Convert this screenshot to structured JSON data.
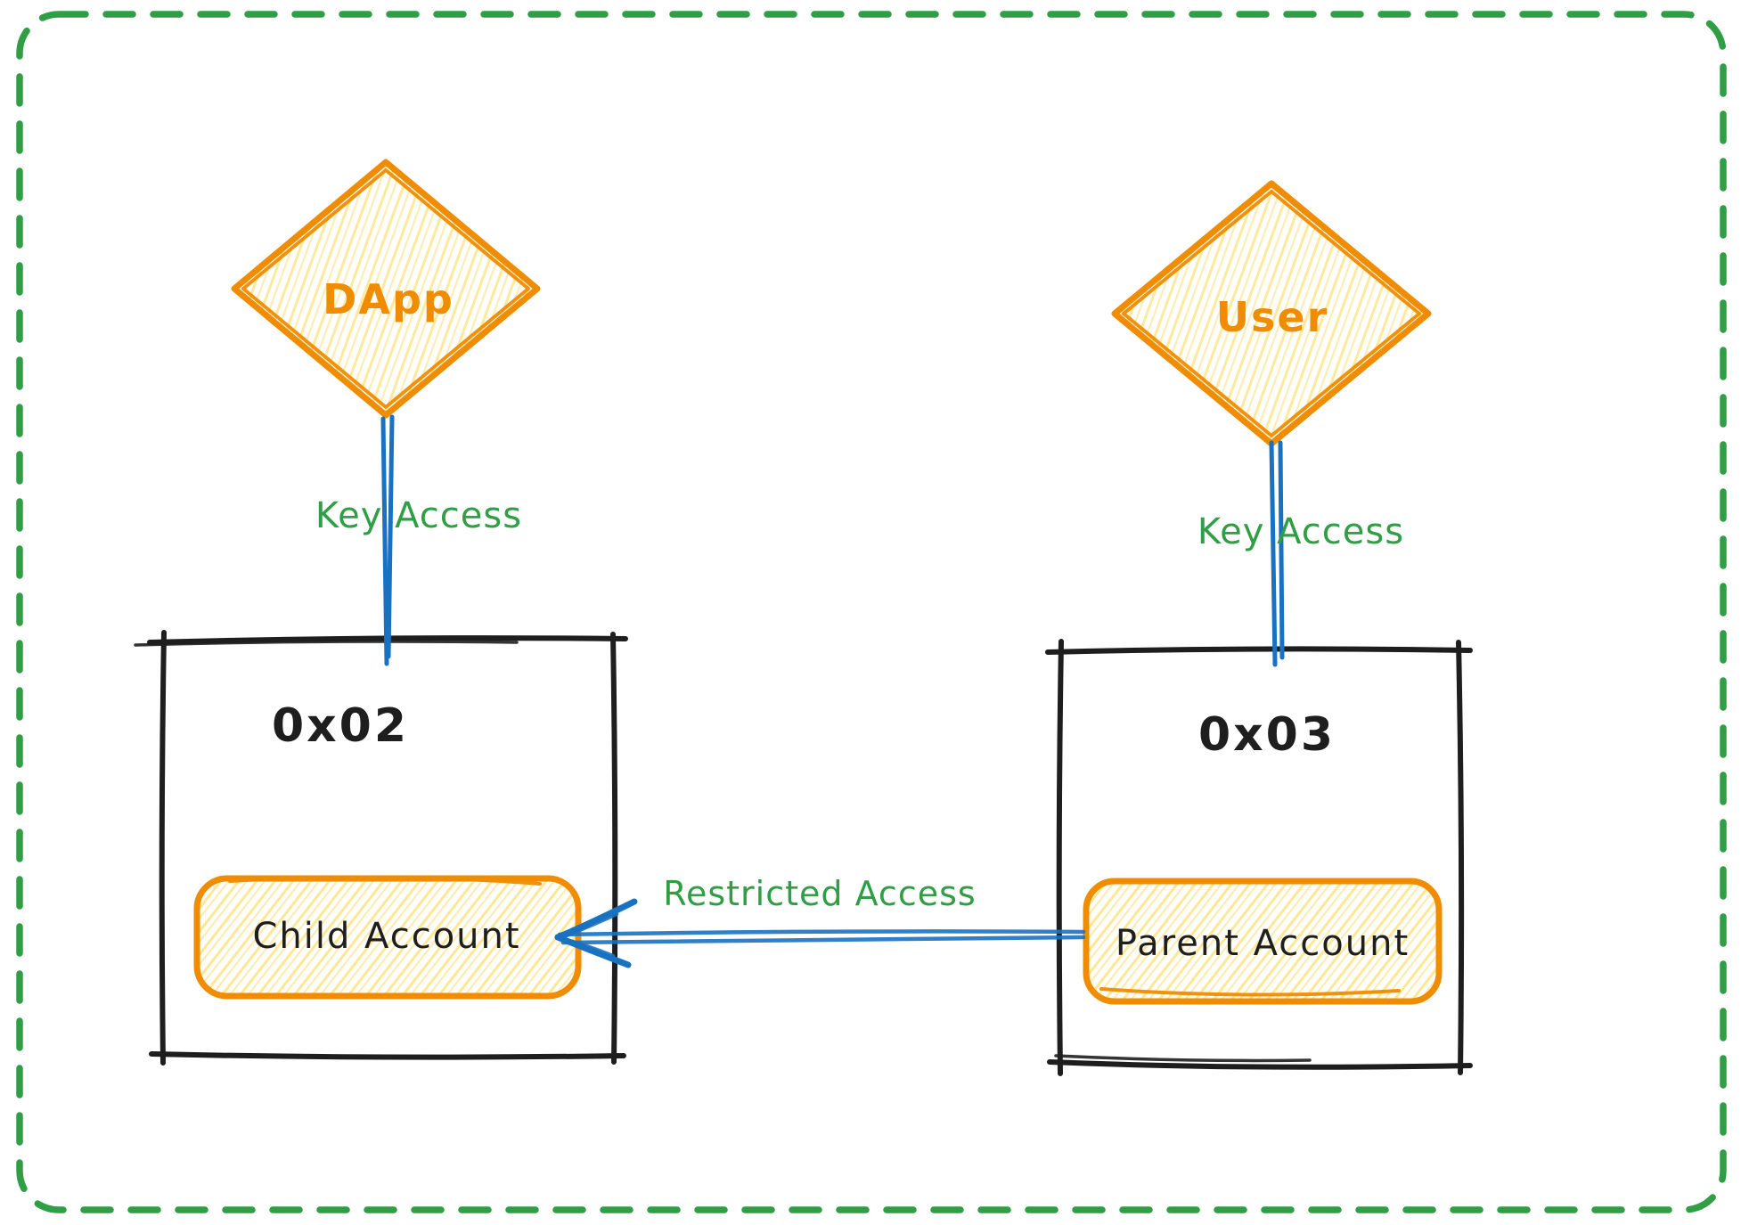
{
  "canvas": {
    "type": "hand-drawn-diagram",
    "background": "#ffffff",
    "border_style": "dashed-rounded"
  },
  "colors": {
    "border_green": "#2f9e44",
    "edge_label_green": "#2f9e44",
    "node_orange": "#f08c00",
    "hatch_yellow": "#ffd43b",
    "hatch_yellow_light": "#ffe9a8",
    "connector_blue": "#1971c2",
    "ink_black": "#1e1e1e"
  },
  "nodes": {
    "dapp": {
      "label": "DApp",
      "shape": "diamond"
    },
    "user": {
      "label": "User",
      "shape": "diamond"
    },
    "account_left": {
      "label": "0x02",
      "shape": "rectangle"
    },
    "account_right": {
      "label": "0x03",
      "shape": "rectangle"
    },
    "child_account": {
      "label": "Child Account",
      "shape": "rounded-rectangle"
    },
    "parent_account": {
      "label": "Parent Account",
      "shape": "rounded-rectangle"
    }
  },
  "edges": {
    "dapp_to_left": {
      "label": "Key Access",
      "from": "dapp",
      "to": "account_left"
    },
    "user_to_right": {
      "label": "Key Access",
      "from": "user",
      "to": "account_right"
    },
    "parent_to_child": {
      "label": "Restricted Access",
      "from": "parent_account",
      "to": "child_account"
    }
  }
}
